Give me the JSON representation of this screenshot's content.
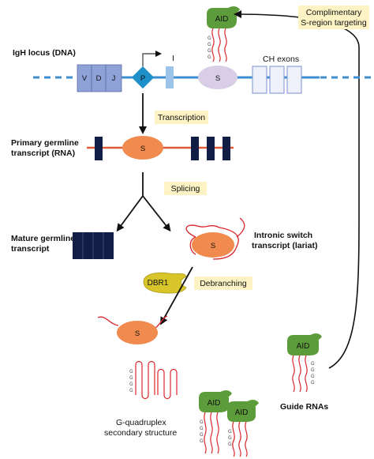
{
  "labels": {
    "locus": "IgH locus (DNA)",
    "primary_line1": "Primary germline",
    "primary_line2": "transcript (RNA)",
    "mature_line1": "Mature germline",
    "mature_line2": "transcript",
    "intronic_line1": "Intronic switch",
    "intronic_line2": "transcript (lariat)",
    "guide": "Guide RNAs",
    "gq_line1": "G-quadruplex",
    "gq_line2": "secondary structure",
    "ch_exons": "CH exons"
  },
  "tags": {
    "transcription": "Transcription",
    "splicing": "Splicing",
    "debranching": "Debranching",
    "targeting_line1": "Complimentary",
    "targeting_line2": "S-region targeting"
  },
  "locus_elements": {
    "v": "V",
    "d": "D",
    "j": "J",
    "p": "P",
    "i": "I",
    "s": "S"
  },
  "enzymes": {
    "aid": "AID",
    "dbr1": "DBR1"
  },
  "switch_label": "S",
  "g_letter": "G",
  "colors": {
    "dna_line": "#3f8fd0",
    "vdj_box": "#8ea2d8",
    "promoter": "#1f8fc9",
    "i_exon": "#9cc4ea",
    "s_region_dna": "#d8cfe6",
    "ch_exon": "#eef0fa",
    "rna_line": "#e05a3a",
    "rna_block": "#121d45",
    "s_rna": "#f08a4e",
    "tag_bg": "#fdf3c4",
    "aid": "#5d9c3a",
    "dbr1": "#d7c52a",
    "rna_curve": "#d9262b"
  }
}
